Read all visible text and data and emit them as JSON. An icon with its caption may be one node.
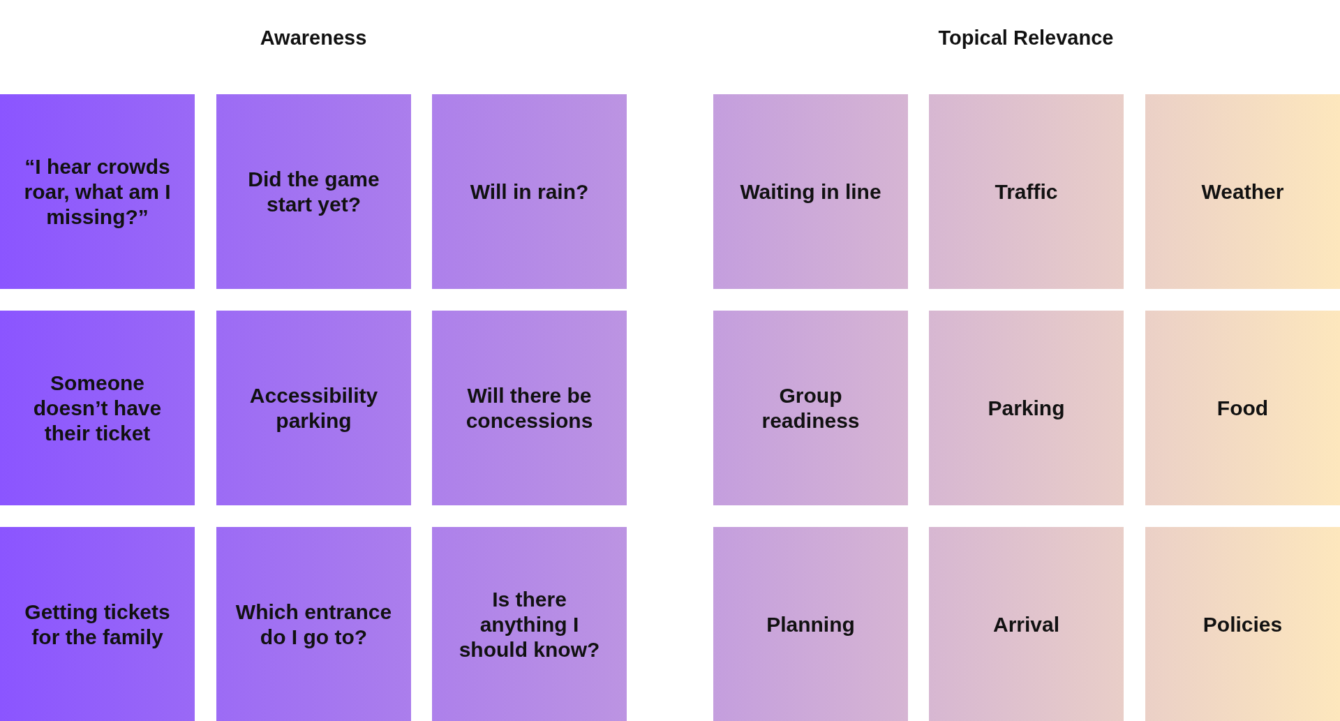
{
  "diagram": {
    "nodes": [
      {
        "text": [
          "“I hear crowds roar, what am I missing?”"
        ]
      },
      {
        "text": [
          "Did the game start yet?"
        ]
      },
      {
        "text": [
          "Will in rain?"
        ]
      },
      {
        "text": [
          "Waiting in line"
        ]
      },
      {
        "text": [
          "Traffic"
        ]
      },
      {
        "text": [
          "Weather"
        ]
      },
      {
        "text": [
          "Someone doesn’t have their ticket"
        ]
      },
      {
        "text": [
          "Accessibility parking"
        ]
      },
      {
        "text": [
          "Will there be concessions"
        ]
      },
      {
        "text": [
          "Group readiness"
        ]
      },
      {
        "text": [
          "Parking"
        ]
      },
      {
        "text": [
          "Food"
        ]
      },
      {
        "text": [
          "Getting tickets for the family"
        ]
      },
      {
        "text": [
          "Which entrance do I go to?"
        ]
      },
      {
        "text": [
          "Is there anything I should know?"
        ]
      },
      {
        "text": [
          "Planning"
        ]
      },
      {
        "text": [
          "Arrival"
        ]
      },
      {
        "text": [
          "Policies"
        ]
      }
    ],
    "labels": [
      "Awareness",
      "Topical Relevance"
    ]
  }
}
